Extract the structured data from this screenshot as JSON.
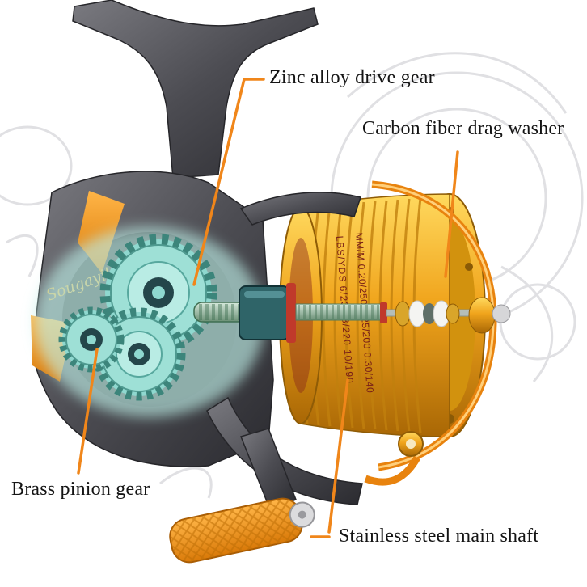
{
  "page": {
    "background": "#ffffff"
  },
  "labels": {
    "drive_gear": "Zinc alloy drive gear",
    "drag_washer": "Carbon fiber drag washer",
    "pinion_gear": "Brass pinion gear",
    "main_shaft": "Stainless steel main shaft"
  },
  "reel": {
    "brand": "Sougayilang",
    "spool_markings_line1": "LBS/YDS 6/230 8/220 10/190",
    "spool_markings_line2": "MM/M 0.20/250 0.25/200 0.30/140"
  },
  "colors": {
    "callout_orange": "#f0861a",
    "label_text": "#141414",
    "body_gray": "#4c4c52",
    "accent_orange": "#f59b1e",
    "spool_gold": "#f0a41c",
    "gear_teal": "#8fd8cf",
    "shaft_green": "#9fb8a8",
    "washer_white": "#f4f4f2",
    "ghost_sketch": "#e0e0e3"
  }
}
